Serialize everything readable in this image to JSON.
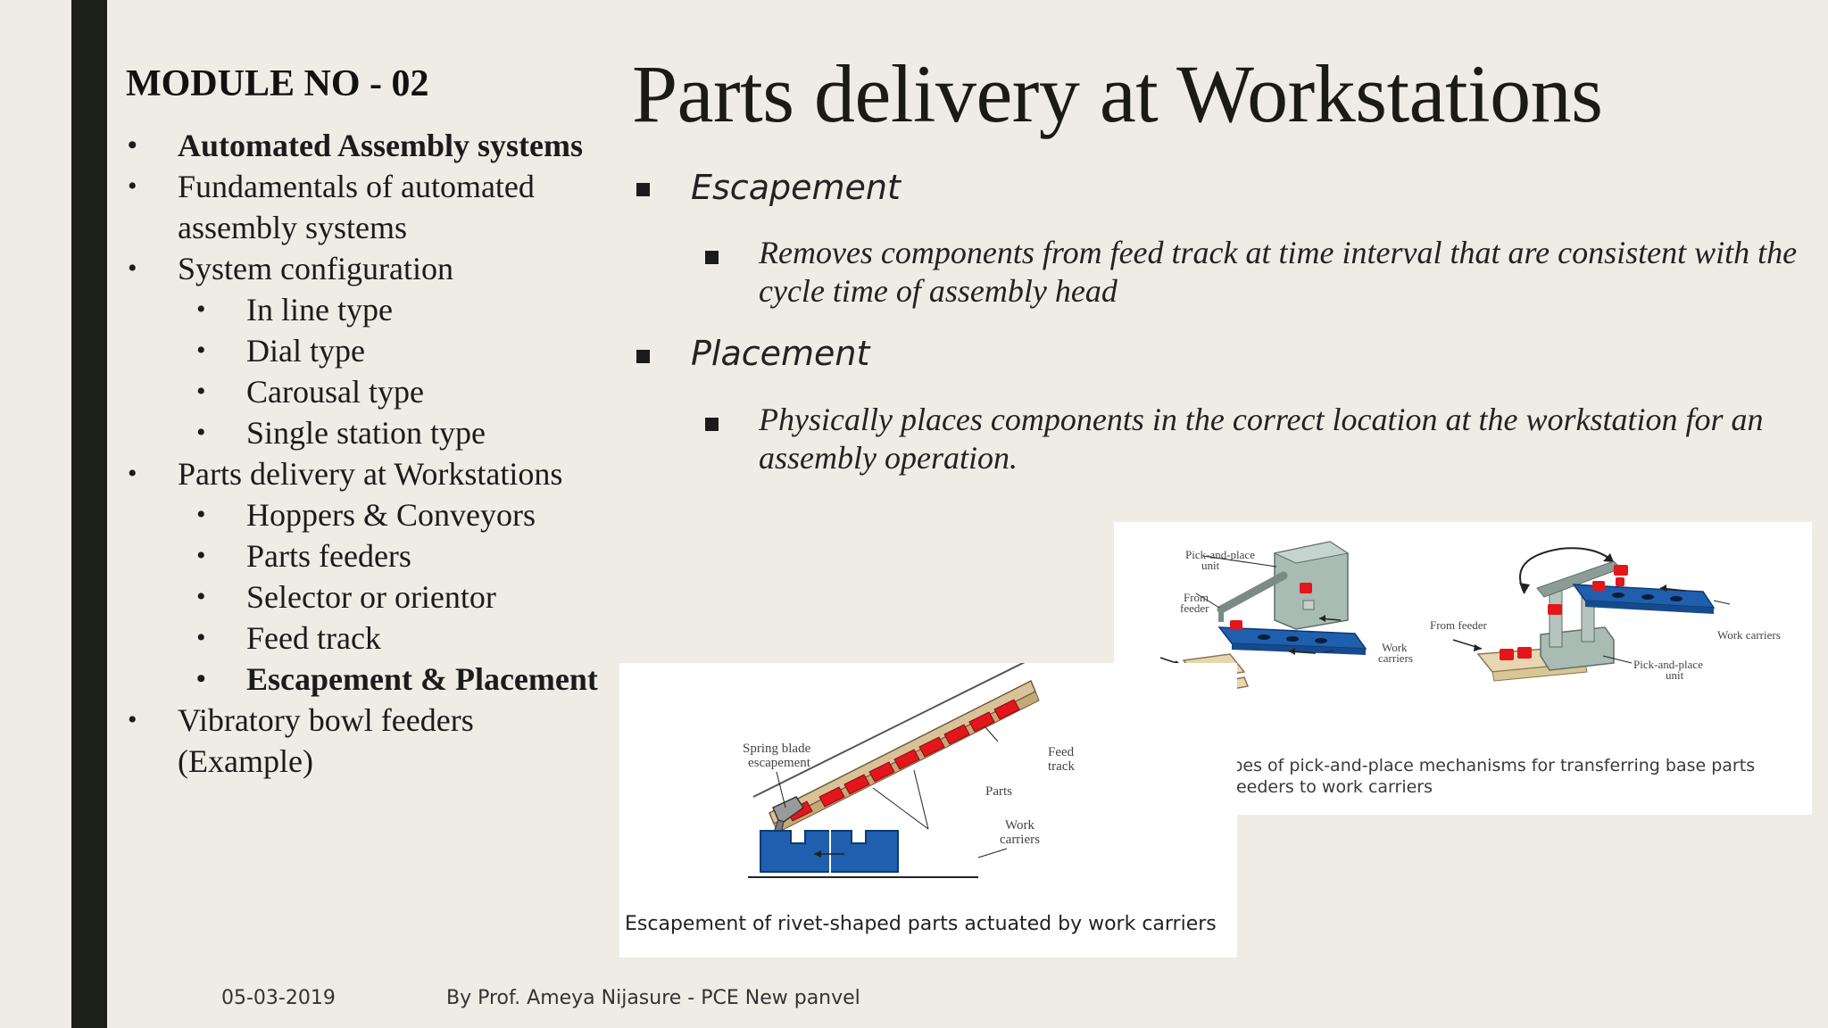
{
  "sidebar": {
    "module_title": "MODULE NO - 02",
    "items": [
      {
        "text": "Automated Assembly systems",
        "level": 1,
        "bold": true
      },
      {
        "text": "Fundamentals of automated",
        "level": 1,
        "bold": false
      },
      {
        "text": "assembly systems",
        "level": 1,
        "bold": false,
        "continuation": true
      },
      {
        "text": "System configuration",
        "level": 1,
        "bold": false
      },
      {
        "text": "In line type",
        "level": 2,
        "bold": false
      },
      {
        "text": "Dial type",
        "level": 2,
        "bold": false
      },
      {
        "text": "Carousal type",
        "level": 2,
        "bold": false
      },
      {
        "text": "Single station type",
        "level": 2,
        "bold": false
      },
      {
        "text": "Parts delivery at Workstations",
        "level": 1,
        "bold": false
      },
      {
        "text": "Hoppers & Conveyors",
        "level": 2,
        "bold": false
      },
      {
        "text": "Parts feeders",
        "level": 2,
        "bold": false
      },
      {
        "text": "Selector or orientor",
        "level": 2,
        "bold": false
      },
      {
        "text": "Feed track",
        "level": 2,
        "bold": false
      },
      {
        "text": "Escapement & Placement",
        "level": 2,
        "bold": true
      },
      {
        "text": "Vibratory bowl feeders",
        "level": 1,
        "bold": false
      },
      {
        "text": "(Example)",
        "level": 1,
        "bold": false,
        "continuation": true
      }
    ]
  },
  "main": {
    "title": "Parts delivery at Workstations",
    "sections": [
      {
        "heading": "Escapement",
        "description": "Removes components from feed track at time interval that are consistent with the cycle time of assembly head"
      },
      {
        "heading": "Placement",
        "description": "Physically places components in the correct location at the workstation for an assembly operation."
      }
    ]
  },
  "figures": {
    "pick_and_place": {
      "caption_line1": "Two types of pick-and-place mechanisms for transferring base parts",
      "caption_line2": "from feeders to work carriers",
      "labels": {
        "pick_place_unit_a_1": "Pick-and-place",
        "pick_place_unit_a_2": "unit",
        "from_feeder_a_1": "From",
        "from_feeder_a_2": "feeder",
        "work_carriers_a_1": "Work",
        "work_carriers_a_2": "carriers",
        "from_feeder_b": "From feeder",
        "work_carriers_b": "Work carriers",
        "pick_place_unit_b_1": "Pick-and-place",
        "pick_place_unit_b_2": "unit"
      }
    },
    "escapement": {
      "caption": "Escapement of rivet-shaped parts actuated by work carriers",
      "labels": {
        "spring_blade_1": "Spring blade",
        "spring_blade_2": "escapement",
        "feed_track_1": "Feed",
        "feed_track_2": "track",
        "parts": "Parts",
        "work_carriers_1": "Work",
        "work_carriers_2": "carriers"
      }
    }
  },
  "footer": {
    "date": "05-03-2019",
    "credit": "By Prof. Ameya Nijasure - PCE New panvel"
  },
  "colors": {
    "background": "#efece6",
    "left_bar": "#1d1f19",
    "part_red": "#e3161b",
    "carrier_blue": "#1f5fae",
    "machine_gray": "#a9bcb4"
  }
}
